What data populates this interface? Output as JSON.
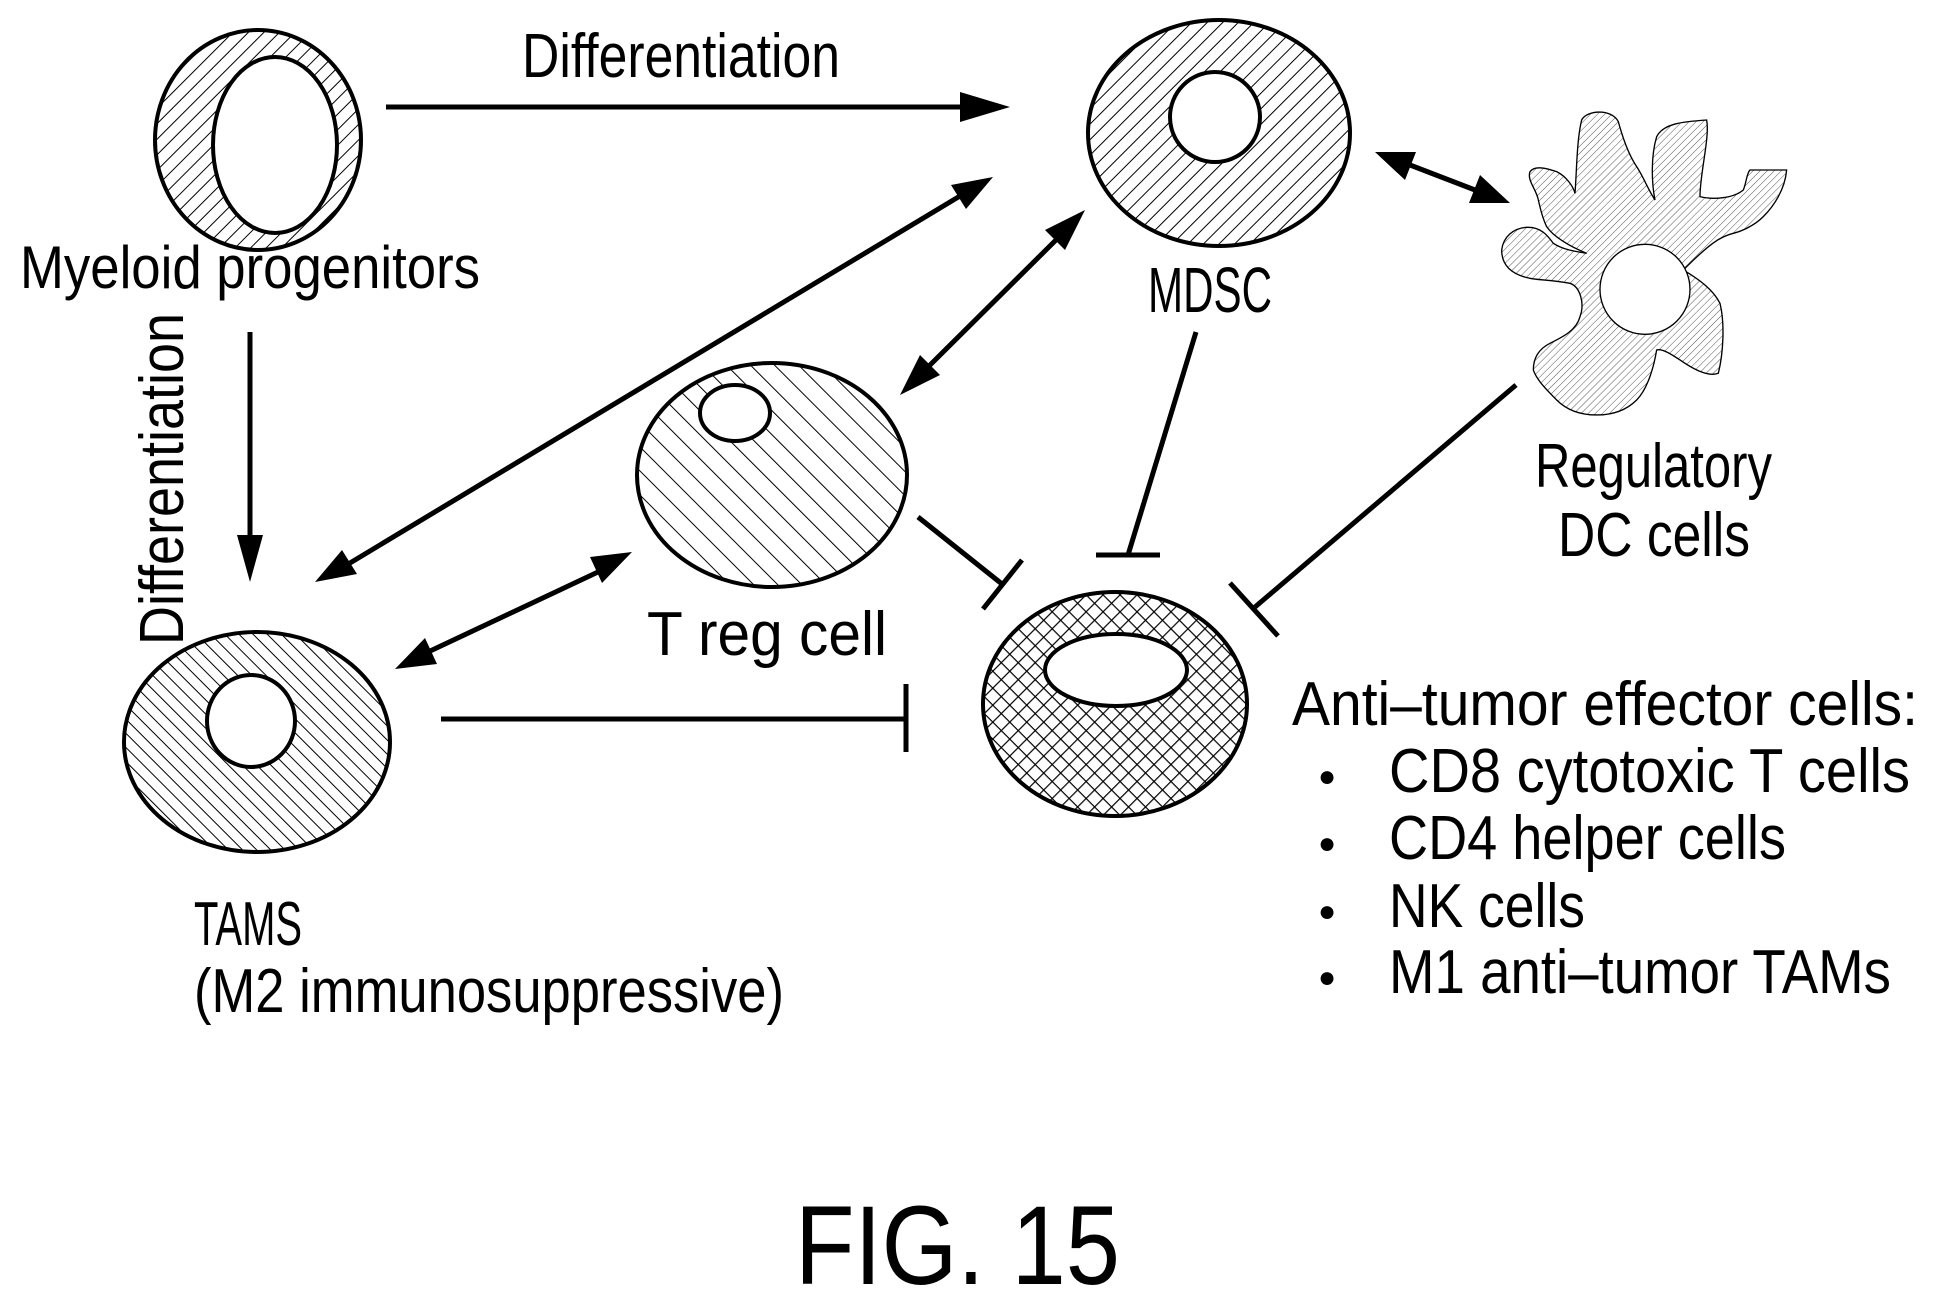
{
  "figure": {
    "caption": "FIG. 15",
    "ink_color": "#000000",
    "background_color": "#ffffff"
  },
  "cells": {
    "myeloid": {
      "label": "Myeloid progenitors",
      "pattern": "diagonal-hatch-fine"
    },
    "mdsc": {
      "label": "MDSC",
      "pattern": "diagonal-hatch-fine"
    },
    "regulatory_dc": {
      "label_line1": "Regulatory",
      "label_line2": "DC cells",
      "pattern": "diagonal-hatch-wide"
    },
    "treg": {
      "label": "T reg cell",
      "pattern": "back-diagonal-hatch"
    },
    "tams": {
      "label_line1": "TAMS",
      "label_line2": "(M2 immunosuppressive)",
      "pattern": "back-diagonal-hatch-fine"
    },
    "effector": {
      "pattern": "cross-hatch"
    }
  },
  "arrow_labels": {
    "horizontal": "Differentiation",
    "vertical": "Differentiation"
  },
  "effector_list": {
    "heading": "Anti–tumor effector cells:",
    "bullet": "●",
    "items": [
      "CD8 cytotoxic T cells",
      "CD4 helper cells",
      "NK cells",
      "M1 anti–tumor TAMs"
    ]
  },
  "relationships": [
    {
      "from": "Myeloid progenitors",
      "to": "MDSC",
      "type": "differentiation-arrow"
    },
    {
      "from": "Myeloid progenitors",
      "to": "TAMS",
      "type": "differentiation-arrow"
    },
    {
      "from": "MDSC",
      "to": "TAMS",
      "type": "bidirectional-arrow"
    },
    {
      "from": "MDSC",
      "to": "T reg cell",
      "type": "bidirectional-arrow"
    },
    {
      "from": "MDSC",
      "to": "Regulatory DC cells",
      "type": "bidirectional-arrow"
    },
    {
      "from": "T reg cell",
      "to": "TAMS",
      "type": "bidirectional-arrow"
    },
    {
      "from": "TAMS",
      "to": "Anti-tumor effector cells",
      "type": "inhibition"
    },
    {
      "from": "T reg cell",
      "to": "Anti-tumor effector cells",
      "type": "inhibition"
    },
    {
      "from": "MDSC",
      "to": "Anti-tumor effector cells",
      "type": "inhibition"
    },
    {
      "from": "Regulatory DC cells",
      "to": "Anti-tumor effector cells",
      "type": "inhibition"
    }
  ]
}
